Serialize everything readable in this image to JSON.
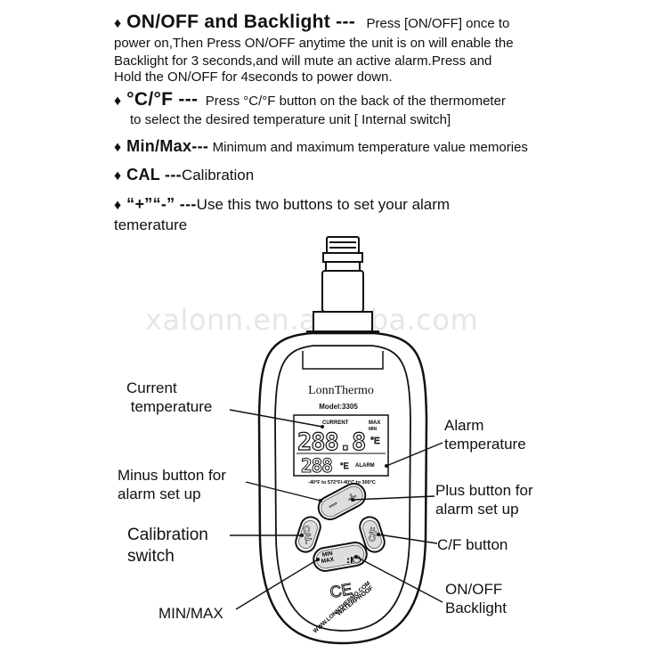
{
  "instructions": [
    {
      "heading": "ON/OFF and Backlight ---",
      "text": "Press [ON/OFF] once to",
      "continuation": [
        "power on,Then Press ON/OFF anytime the unit is on will enable the",
        "Backlight for 3 seconds,and will mute an active alarm.Press and",
        "Hold the ON/OFF for 4seconds to power down."
      ]
    },
    {
      "heading": "°C/°F ---",
      "text": "Press °C/°F button on the back of the thermometer",
      "continuation": [
        "to select the desired temperature unit [ Internal switch]"
      ]
    },
    {
      "heading": "Min/Max---",
      "text": "Minimum and maximum temperature  value memories"
    },
    {
      "heading": "CAL ---",
      "text": "Calibration"
    },
    {
      "heading": "“+”“-” ---",
      "text": "Use this two buttons to set your alarm",
      "continuation": [
        "temerature"
      ]
    }
  ],
  "watermark": "xalonn.en.alibaba.com",
  "device": {
    "brand": "LonnThermo",
    "model": "Model:3305",
    "lcd": {
      "label_current": "CURRENT",
      "label_max": "MAX",
      "label_min": "MIN",
      "main_digits": "288.8",
      "main_unit": "°E",
      "sub_digits": "288",
      "sub_unit": "°E",
      "label_alarm": "ALARM",
      "range": "-40°F to 572°F/-40°C to 300°C"
    },
    "buttons": {
      "minus": "−",
      "plus": "+",
      "cal": "CAL",
      "cf": "C/F",
      "minmax": "MIN\nMAX",
      "power": "⏻"
    },
    "ce_mark": "CE",
    "bottom_text": [
      "WATERPROOF",
      "WWW.LONNTHERMO.COM"
    ]
  },
  "callouts": {
    "current_temperature": "Current\n temperature",
    "alarm_temperature": "Alarm\ntemperature",
    "minus_button": "Minus button for\nalarm set up",
    "plus_button": "Plus button for\nalarm set up",
    "calibration_switch": "Calibration\nswitch",
    "cf_button": "C/F button",
    "minmax": "MIN/MAX",
    "onoff_backlight": "ON/OFF\nBacklight"
  }
}
